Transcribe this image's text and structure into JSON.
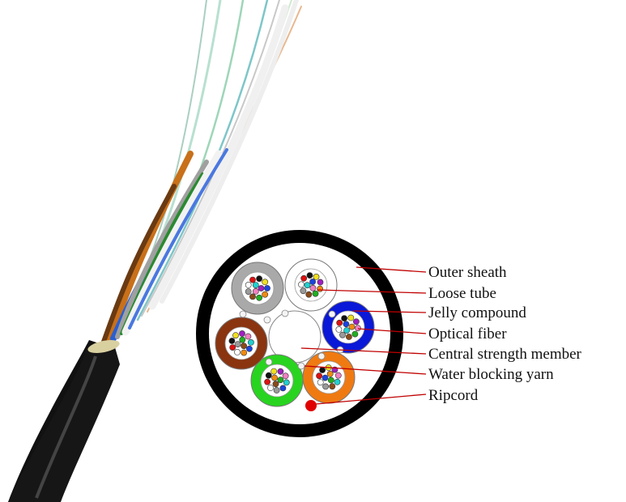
{
  "diagram": {
    "labels": [
      {
        "id": "outer-sheath",
        "text": "Outer sheath"
      },
      {
        "id": "loose-tube",
        "text": "Loose tube"
      },
      {
        "id": "jelly-compound",
        "text": "Jelly compound"
      },
      {
        "id": "optical-fiber",
        "text": "Optical fiber"
      },
      {
        "id": "central-strength-member",
        "text": "Central strength member"
      },
      {
        "id": "water-blocking-yarn",
        "text": "Water blocking yarn"
      },
      {
        "id": "ripcord",
        "text": "Ripcord"
      }
    ],
    "leader_line_color": "#c00000",
    "outer_sheath_color": "#000000",
    "cable_jacket_color": "#111111",
    "ripcord_color": "#e00000",
    "tubes": [
      {
        "name": "gray",
        "color": "#a9a9a9"
      },
      {
        "name": "white",
        "color": "#ffffff"
      },
      {
        "name": "blue",
        "color": "#0a18d8"
      },
      {
        "name": "orange",
        "color": "#f07a12"
      },
      {
        "name": "green",
        "color": "#28d41f"
      },
      {
        "name": "brown",
        "color": "#8a3410"
      }
    ],
    "fiber_colors": [
      "#1a44e0",
      "#f08a10",
      "#20b020",
      "#8a4a1a",
      "#9a9a9a",
      "#ffffff",
      "#e01010",
      "#111111",
      "#f0e020",
      "#a020c0",
      "#f080c0",
      "#20d0d0"
    ]
  }
}
